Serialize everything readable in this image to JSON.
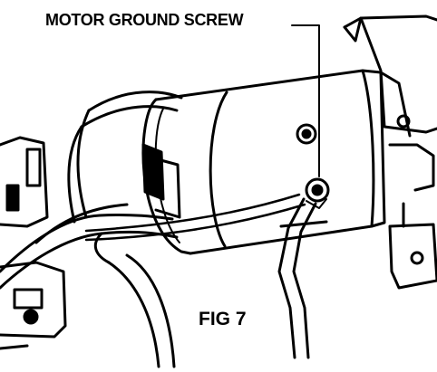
{
  "callout_label": "MOTOR GROUND SCREW",
  "figure_label": "FIG 7",
  "colors": {
    "ink": "#000000",
    "paper": "#ffffff"
  },
  "parts": [
    "motor-housing",
    "motor-ground-screw",
    "ground-wire",
    "ring-terminal",
    "mounting-bracket",
    "harness-cable"
  ]
}
